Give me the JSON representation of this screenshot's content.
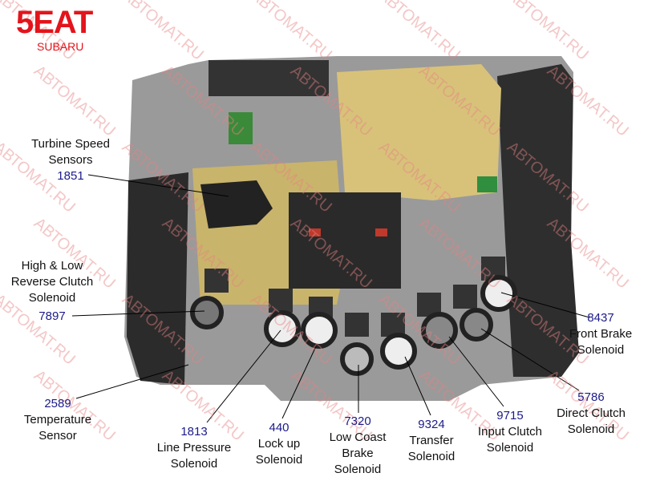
{
  "title": {
    "main": "5EAT",
    "brand": "SUBARU"
  },
  "watermark": "АВТОМАТ.RU",
  "labels": [
    {
      "id": "turbine",
      "number": "1851",
      "lines": [
        "Turbine Speed",
        "Sensors"
      ]
    },
    {
      "id": "high-low-reverse",
      "number": "7897",
      "lines": [
        "High & Low",
        "Reverse Clutch",
        "Solenoid"
      ]
    },
    {
      "id": "temperature",
      "number": "2589",
      "lines": [
        "Temperature",
        "Sensor"
      ]
    },
    {
      "id": "line-pressure",
      "number": "1813",
      "lines": [
        "Line Pressure",
        "Solenoid"
      ]
    },
    {
      "id": "lock-up",
      "number": "440",
      "lines": [
        "Lock up",
        "Solenoid"
      ]
    },
    {
      "id": "low-coast",
      "number": "7320",
      "lines": [
        "Low Coast",
        "Brake",
        "Solenoid"
      ]
    },
    {
      "id": "transfer",
      "number": "9324",
      "lines": [
        "Transfer",
        "Solenoid"
      ]
    },
    {
      "id": "input-clutch",
      "number": "9715",
      "lines": [
        "Input Clutch",
        "Solenoid"
      ]
    },
    {
      "id": "direct-clutch",
      "number": "5786",
      "lines": [
        "Direct Clutch",
        "Solenoid"
      ]
    },
    {
      "id": "front-brake",
      "number": "8437",
      "lines": [
        "Front Brake",
        "Solenoid"
      ]
    }
  ]
}
